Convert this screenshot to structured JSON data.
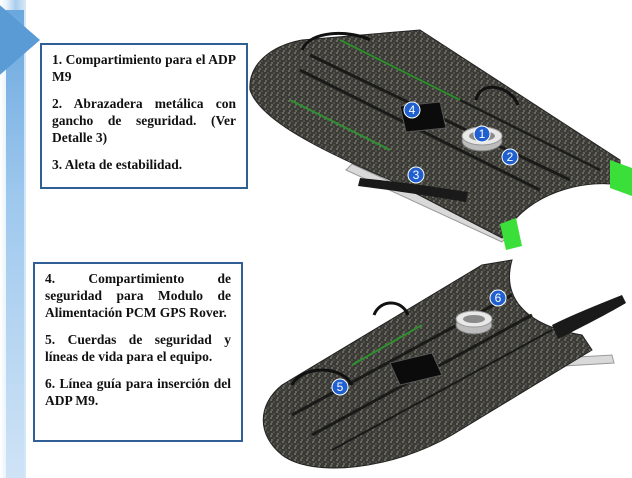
{
  "callouts": {
    "top": [
      "1. Compartimiento para el ADP M9",
      "2. Abrazadera metálica con gancho de seguridad. (Ver Detalle 3)",
      "3. Aleta de estabilidad."
    ],
    "bottom": [
      "4. Compartimiento de seguridad para Modulo de Alimentación PCM GPS Rover.",
      "5. Cuerdas de seguridad y líneas de vida para el equipo.",
      "6. Línea guía para inserción del ADP M9."
    ]
  },
  "markers": {
    "top": [
      "1",
      "2",
      "3",
      "4"
    ],
    "bottom": [
      "5",
      "6"
    ]
  },
  "colors": {
    "accent_blue": "#5b9bd5",
    "box_border": "#2f5f94",
    "marker_fill": "#1f5fd0",
    "foam_dark": "#3a3a36",
    "foam_light": "#8a8678",
    "stabilizer_green": "#3adf3a"
  }
}
